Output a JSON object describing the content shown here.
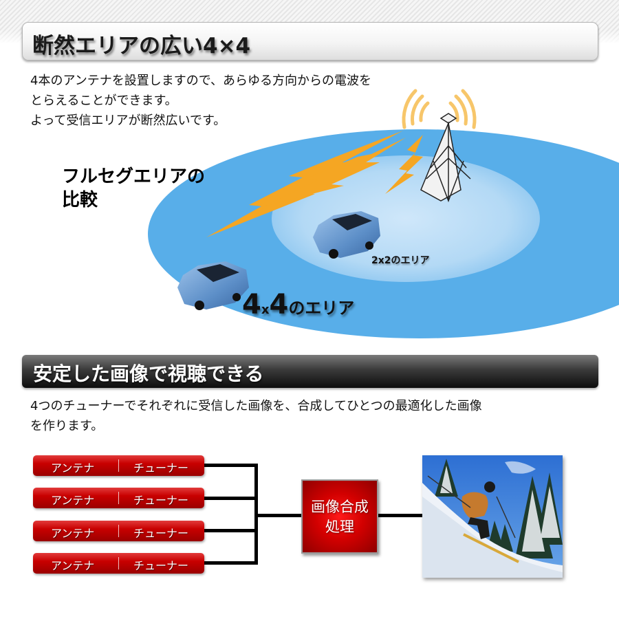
{
  "section1": {
    "heading": "断然エリアの広い4×4",
    "description": [
      "4本のアンテナを設置しますので、あらゆる方向からの電波を",
      "とらえることができます。",
      "よって受信エリアが断然広いです。"
    ],
    "comparison_title": [
      "フルセグエリアの",
      "比較"
    ],
    "inner_area_label": "2x2のエリア",
    "outer_area_label": {
      "num1": "4",
      "times": "x",
      "num2": "4",
      "suffix": "のエリア"
    },
    "icons": [
      "broadcast-tower-icon",
      "radio-waves-icon",
      "lightning-bolt-icon",
      "car-icon"
    ],
    "colors": {
      "outer_area": "#5aaee8",
      "inner_area": "#b9dcf5",
      "lightning": "#f5a623",
      "waves": "#f7c66a"
    }
  },
  "section2": {
    "heading": "安定した画像で視聴できる",
    "description": [
      "4つのチューナーでそれぞれに受信した画像を、合成してひとつの最適化した画像",
      "を作ります。"
    ],
    "pipeline": {
      "rows": [
        {
          "antenna": "アンテナ",
          "tuner": "チューナー"
        },
        {
          "antenna": "アンテナ",
          "tuner": "チューナー"
        },
        {
          "antenna": "アンテナ",
          "tuner": "チューナー"
        },
        {
          "antenna": "アンテナ",
          "tuner": "チューナー"
        }
      ],
      "process_box": [
        "画像合成",
        "処理"
      ],
      "output_image": "skier-photo"
    },
    "colors": {
      "pill_red": "#c80000",
      "heading_bg": "#2b2b2b"
    }
  }
}
